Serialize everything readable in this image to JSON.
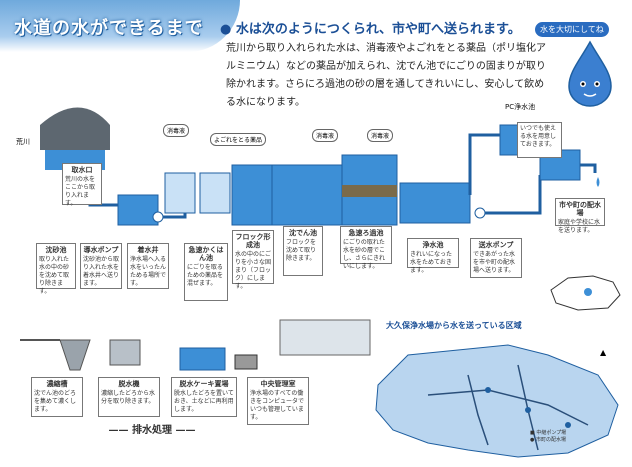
{
  "header": {
    "title": "水道の水ができるまで",
    "subtitle": "水は次のようにつくられ、市や町へ送られます。",
    "paragraph": "荒川から取り入れられた水は、消毒液やよごれをとる薬品（ポリ塩化アルミニウム）などの薬品が加えられ、沈でん池でにごりの固まりが取り除かれます。さらにろ過池の砂の層を通してきれいにし、安心して飲める水になります。",
    "badge": "水を大切にしてね"
  },
  "labels": {
    "river": "荒川",
    "chlorine1": "消毒液",
    "chlorine2": "消毒液",
    "chlorine3": "消毒液",
    "coagulant": "よごれをとる薬品",
    "pc_tank": "PC浄水池",
    "floc_label": "フロック形成池",
    "sedimentation": "沈でん池",
    "rapid_filter": "急速ろ過池",
    "clear_well": "浄水池",
    "send_pump": "送水ポンプ",
    "distribution": "市や町の配水場",
    "intake_box": "取水口",
    "settling_box": "沈砂池",
    "intake_pump": "導水ポンプ",
    "receiving_well": "着水井",
    "rapid_mix": "急速かくはん池",
    "thickener": "濃縮槽",
    "dehydrator": "脱水機",
    "cake_storage": "脱水ケーキ置場",
    "central_control": "中央管理室",
    "drainage": "排水処理",
    "map_title": "大久保浄水場から水を送っている区域"
  },
  "box_texts": {
    "intake": "荒川の水をここから取り入れます。",
    "settling": "取り入れた水の中の砂を沈めて取り除きます。",
    "intake_pump": "沈砂池から取り入れた水を着水井へ送ります。",
    "receiving_well": "浄水場へ入る水をいったんためる場所です。",
    "rapid_mix": "にごりを取るための薬品を混ぜます。",
    "floc": "水の中のにごりを小さな固まり（フロック）にします。",
    "sedimentation": "フロックを沈めて取り除きます。",
    "rapid_filter": "にごりの取れた水を砂の層でこし、さらにきれいにします。",
    "clear_well": "きれいになった水をためておきます。",
    "send_pump": "できあがった水を市や町の配水場へ送ります。",
    "pc_tank": "いつでも使える水を用意しておきます。",
    "distribution": "家庭や学校に水を送ります。",
    "thickener": "沈でん池のどろを集めて濃くします。",
    "dehydrator": "濃縮したどろから水分を取り除きます。",
    "cake_storage": "脱水したどろを置いておき、土などに再利用します。",
    "central_control": "浄水場のすべての働きをコンピュータでいつも管理しています。"
  },
  "map_legend": [
    "中継ポンプ場",
    "市町の配水場"
  ],
  "colors": {
    "water": "#3d8fd6",
    "pipe": "#1f5fa0",
    "title": "#1b4f96",
    "map": "#b9d5ef"
  }
}
